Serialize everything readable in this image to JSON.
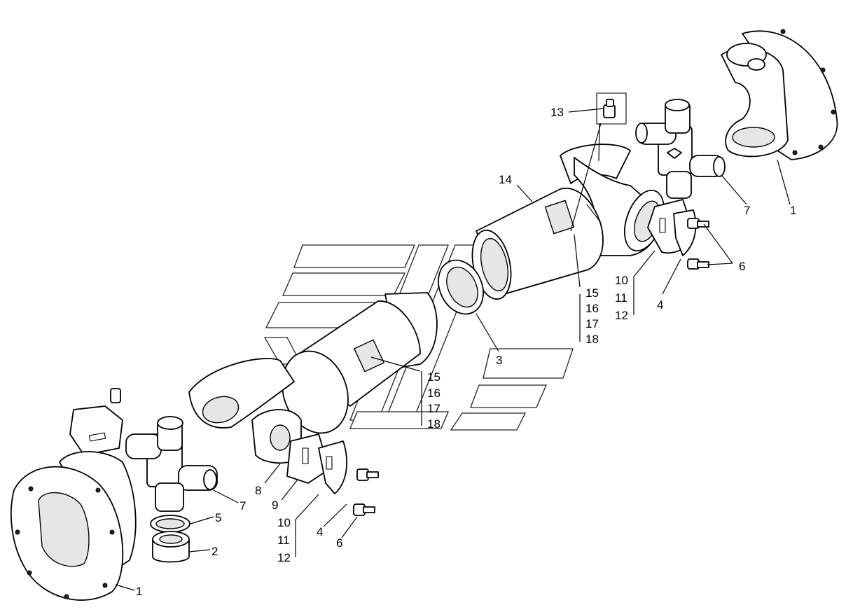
{
  "diagram": {
    "callouts": {
      "c1_right": "1",
      "c7_right": "7",
      "c6_right": "6",
      "c4_right": "4",
      "c10_right": "10",
      "c11_right": "11",
      "c12_right": "12",
      "c13": "13",
      "c14": "14",
      "c15_right": "15",
      "c16_right": "16",
      "c17_right": "17",
      "c18_right": "18",
      "c3": "3",
      "c15_left": "15",
      "c16_left": "16",
      "c17_left": "17",
      "c18_left": "18",
      "c8": "8",
      "c9": "9",
      "c10_left": "10",
      "c11_left": "11",
      "c12_left": "12",
      "c4_left": "4",
      "c6_left": "6",
      "c7_left": "7",
      "c5": "5",
      "c2": "2",
      "c1_left": "1"
    }
  }
}
